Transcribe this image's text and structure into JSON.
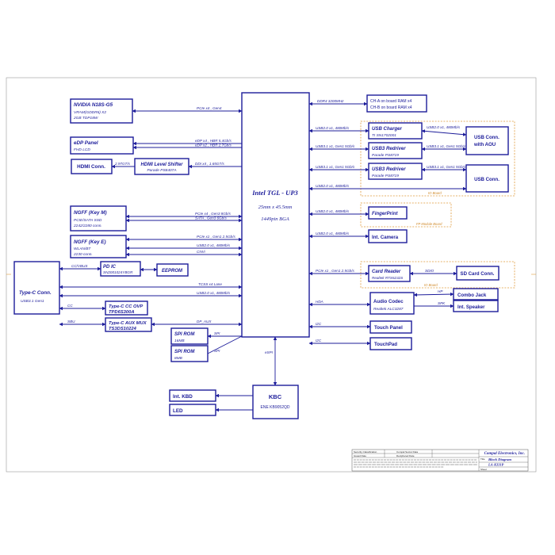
{
  "cpu": {
    "name": "Intel TGL - UP3",
    "size": "25mm x 45.5mm",
    "package": "1449pin BGA"
  },
  "kbc": {
    "name": "KBC",
    "part": "ENE KB9052QD"
  },
  "left_blocks": {
    "gpu": {
      "name": "NVIDIA N18S-G5",
      "line2": "VRAM(GDDR6) X2",
      "line3": "2GB TDP18W"
    },
    "edp_panel": {
      "name": "eDP Panel",
      "sub": "FHD LCD"
    },
    "hdmi_conn": {
      "name": "HDMI Conn."
    },
    "hdmi_shifter": {
      "name": "HDMI Level Shifter",
      "sub": "Parade PS8407A"
    },
    "ngff_m": {
      "name": "NGFF (Key M)",
      "line2": "PCIE/SATA SSD",
      "line3": "2242/2280 conn."
    },
    "ngff_e": {
      "name": "NGFF (Key E)",
      "line2": "WLAN/BT",
      "line3": "2230 conn."
    },
    "typec_conn": {
      "name": "Type-C Conn.",
      "sub": "USB3.1 Gen1"
    },
    "pd_ic": {
      "name": "PD IC",
      "sub": "SN2001024YBGR"
    },
    "eeprom": {
      "name": "EEPROM"
    },
    "typec_ovp": {
      "name": "Type-C CC OVP",
      "sub": "TPD6S300A"
    },
    "typec_mux": {
      "name": "Type-C AUX MUX",
      "sub": "TS3DS10224"
    },
    "spi_rom_1": {
      "name": "SPI ROM",
      "sub": "16MB"
    },
    "spi_rom_2": {
      "name": "SPI ROM",
      "sub": "8MB"
    },
    "int_kbd": {
      "name": "Int. KBD"
    },
    "led": {
      "name": "LED"
    }
  },
  "right_blocks": {
    "ram": {
      "line1": "CH-A on board RAM x4",
      "line2": "CH-B on board RAM x4"
    },
    "usb_charger": {
      "name": "USB Charger",
      "sub": "TI SN1702001"
    },
    "usb3_redriver_1": {
      "name": "USB3 Redriver",
      "sub": "Parade PS8719"
    },
    "usb3_redriver_2": {
      "name": "USB3 Redriver",
      "sub": "Parade PS8719"
    },
    "usb_conn_aou": {
      "line1": "USB Conn.",
      "line2": "with AOU"
    },
    "usb_conn": {
      "name": "USB Conn."
    },
    "fingerprint": {
      "name": "FingerPrint"
    },
    "int_camera": {
      "name": "Int. Camera"
    },
    "card_reader": {
      "name": "Card Reader",
      "sub": "Realtek RTS5232S"
    },
    "sd_card": {
      "name": "SD Card Conn."
    },
    "audio_codec": {
      "name": "Audio Codec",
      "sub": "Realtek ALC3287"
    },
    "combo_jack": {
      "name": "Combo Jack"
    },
    "int_speaker": {
      "name": "Int. Speaker"
    },
    "touch_panel": {
      "name": "Touch Panel"
    },
    "touchpad": {
      "name": "TouchPad"
    }
  },
  "boards": {
    "io_1": "IO Board",
    "fp": "FP Module Board",
    "io_2": "IO Board"
  },
  "buses": {
    "gpu": "PCIe x4 , Gen4",
    "edp_1": "eDP x4 , HBR 5.4Gb/s",
    "edp_2": "eDP x2 , HBR 2.7Gb/s",
    "ddi": "DDI x4 , 1.65GT/s",
    "hdmi_out": "2.97GT/s",
    "ngff_m_1": "PCIe x4 , Gen3 8Gb/s",
    "ngff_m_2": "SATA , Gen3 6Gb/s",
    "ngff_e_1": "PCIe x1 , Gen1 2.5Gb/s",
    "ngff_e_2": "USB2.0 x1, 480Mb/s",
    "ngff_e_3": "CNVi",
    "pd": "CC/VBUS",
    "tcss": "TCSS x4 Lane",
    "typec_usb2": "USB2.0 x1, 480Mb/s",
    "cc": "CC",
    "sbu": "SBU",
    "dp_aux": "DP_AUX",
    "spi_1": "SPI",
    "spi_2": "SPI",
    "espi": "eSPI",
    "ddr": "DDR4 3200MHz",
    "usb_charger": "USB2.0 x1, 480Mb/s",
    "usb_charger_out": "USB2.0 x1, 480Mb/s",
    "redriver_1": "USB3.1 x1, Gen1 5Gb/s",
    "redriver_1_out": "USB3.1 x1, Gen1 5Gb/s",
    "redriver_2": "USB3.1 x1, Gen1 5Gb/s",
    "redriver_2_out": "USB3.1 x1, Gen1 5Gb/s",
    "usb_conn": "USB2.0 x1, 480Mb/s",
    "fingerprint": "USB2.0 x1, 480Mb/s",
    "camera": "USB2.0 x1, 480Mb/s",
    "card_reader": "PCIe x1 , Gen1 2.5Gb/s",
    "sdio": "SDIO",
    "hda": "HDA",
    "hp": "HP",
    "spk": "SPK",
    "i2c_1": "I2C",
    "i2c_2": "I2C"
  },
  "title_block": {
    "company": "Compal Electronics, Inc.",
    "title_label": "Title",
    "title": "Block Diagram",
    "doc_no": "LA-K331P",
    "sheet_label": "Sheet",
    "security": "Security Classification",
    "classification": "Compal Secret Data",
    "issued": "Issued Date",
    "deciphered": "Deciphered Date"
  },
  "colors": {
    "line": "#1c1c9a",
    "board_outline": "#e09a3a",
    "board_text": "#d08a2a"
  }
}
